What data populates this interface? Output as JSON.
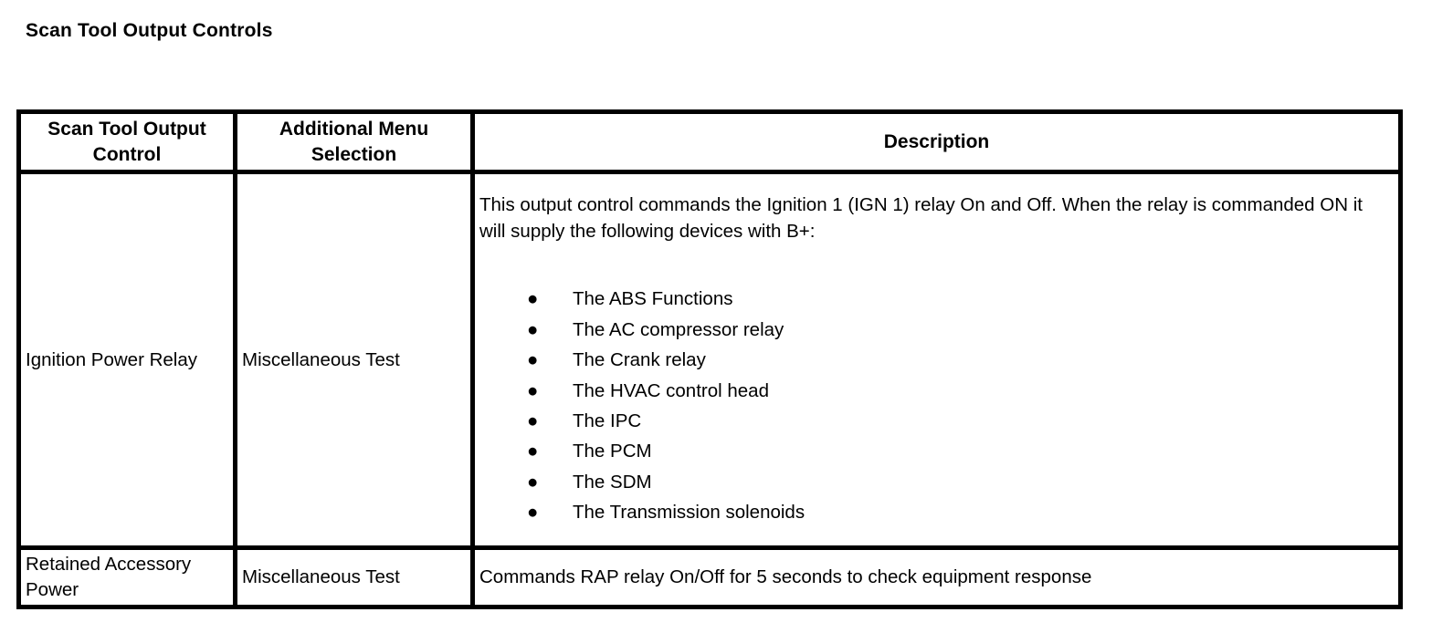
{
  "page": {
    "title": "Scan Tool Output Controls"
  },
  "colors": {
    "text": "#000000",
    "border": "#000000",
    "background": "#ffffff"
  },
  "table": {
    "headers": [
      "Scan Tool Output Control",
      "Additional Menu Selection",
      "Description"
    ],
    "rows": [
      {
        "control": "Ignition Power Relay",
        "menu": "Miscellaneous Test",
        "description_intro": "This output control commands the Ignition 1 (IGN 1) relay On and Off. When the relay is commanded ON it will supply the following devices with B+:",
        "bullet_glyph": "●",
        "bullets": [
          "The ABS Functions",
          "The AC compressor relay",
          "The Crank relay",
          "The HVAC control head",
          "The IPC",
          "The PCM",
          "The SDM",
          "The Transmission solenoids"
        ]
      },
      {
        "control": "Retained Accessory Power",
        "menu": "Miscellaneous Test",
        "description": "Commands RAP relay On/Off for 5 seconds to check equipment response"
      }
    ]
  }
}
